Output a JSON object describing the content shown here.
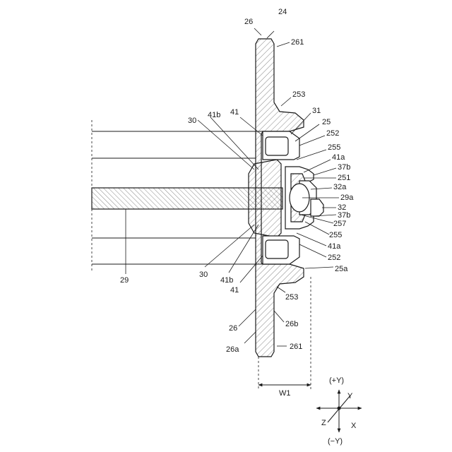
{
  "labels": {
    "r24": "24",
    "r26_top": "26",
    "r261_top": "261",
    "r253_top": "253",
    "r31": "31",
    "r25": "25",
    "r252_top": "252",
    "r255_top": "255",
    "r41a_top": "41a",
    "r37b_top": "37b",
    "r251": "251",
    "r32a": "32a",
    "r29a": "29a",
    "r32": "32",
    "r37b_bot": "37b",
    "r257": "257",
    "r255_bot": "255",
    "r41a_bot": "41a",
    "r252_bot": "252",
    "r25a": "25a",
    "r30_top": "30",
    "r41b_top": "41b",
    "r41_top": "41",
    "r30_bot": "30",
    "r41b_bot": "41b",
    "r41_bot": "41",
    "r29": "29",
    "r253_bot": "253",
    "r26_bot": "26",
    "r26b": "26b",
    "r26a": "26a",
    "r261_bot": "261",
    "w1": "W1"
  },
  "axes": {
    "plus_y": "(+Y)",
    "y": "Y",
    "z": "Z",
    "x": "X",
    "minus_y": "(−Y)"
  }
}
